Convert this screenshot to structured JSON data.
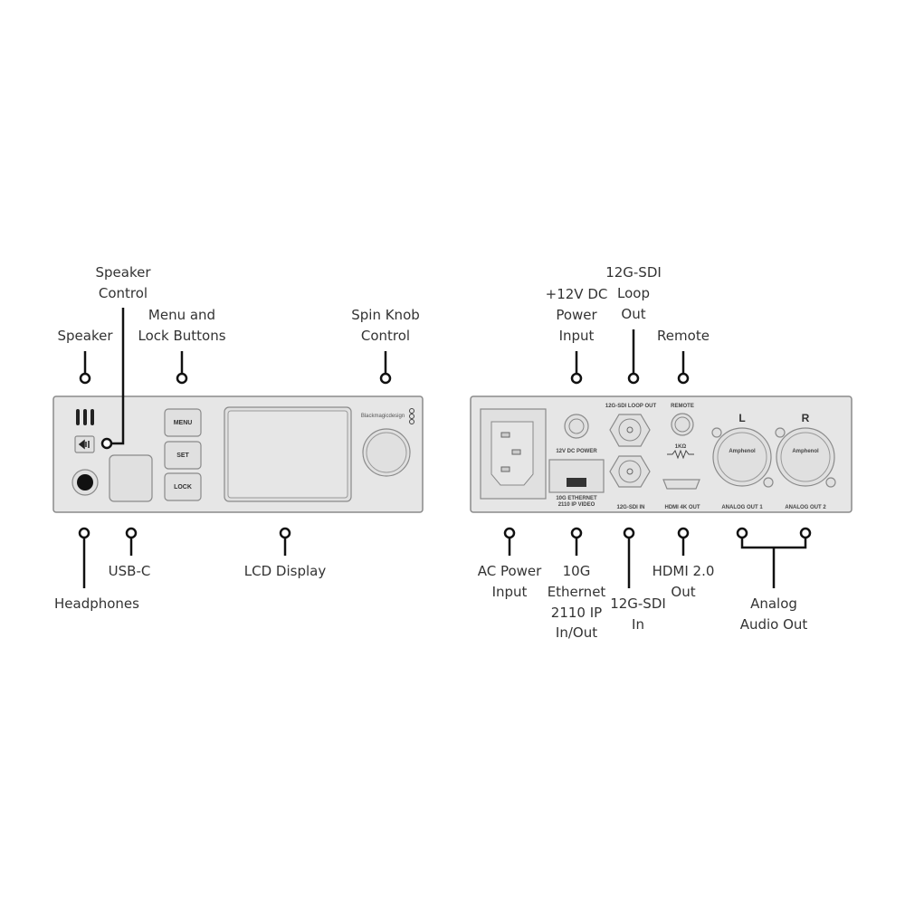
{
  "front": {
    "buttons": [
      "MENU",
      "SET",
      "LOCK"
    ],
    "brand": "Blackmagicdesign",
    "callouts": {
      "speaker": [
        "Speaker"
      ],
      "speaker_control": [
        "Speaker",
        "Control"
      ],
      "menu_lock": [
        "Menu and",
        "Lock Buttons"
      ],
      "spin_knob": [
        "Spin Knob",
        "Control"
      ],
      "headphones": [
        "Headphones"
      ],
      "usb_c": [
        "USB-C"
      ],
      "lcd": [
        "LCD Display"
      ]
    }
  },
  "rear": {
    "port_labels": {
      "dc_power": "12V DC POWER",
      "sdi_loop": "12G-SDI LOOP OUT",
      "remote": "REMOTE",
      "ethernet": [
        "10G ETHERNET",
        "2110 IP VIDEO"
      ],
      "sdi_in": "12G-SDI IN",
      "hdmi": "HDMI 4K OUT",
      "analog1": "ANALOG OUT 1",
      "analog2": "ANALOG OUT 2",
      "left": "L",
      "right": "R",
      "xlr_brand": "Amphenol",
      "resistor": "1KΩ"
    },
    "callouts": {
      "dc_power": [
        "+12V DC",
        "Power",
        "Input"
      ],
      "sdi_loop": [
        "12G-SDI",
        "Loop",
        "Out"
      ],
      "remote": [
        "Remote"
      ],
      "ac_power": [
        "AC Power",
        "Input"
      ],
      "ethernet": [
        "10G",
        "Ethernet",
        "2110 IP",
        "In/Out"
      ],
      "sdi_in": [
        "12G-SDI",
        "In"
      ],
      "hdmi": [
        "HDMI 2.0",
        "Out"
      ],
      "analog": [
        "Analog",
        "Audio Out"
      ]
    }
  }
}
